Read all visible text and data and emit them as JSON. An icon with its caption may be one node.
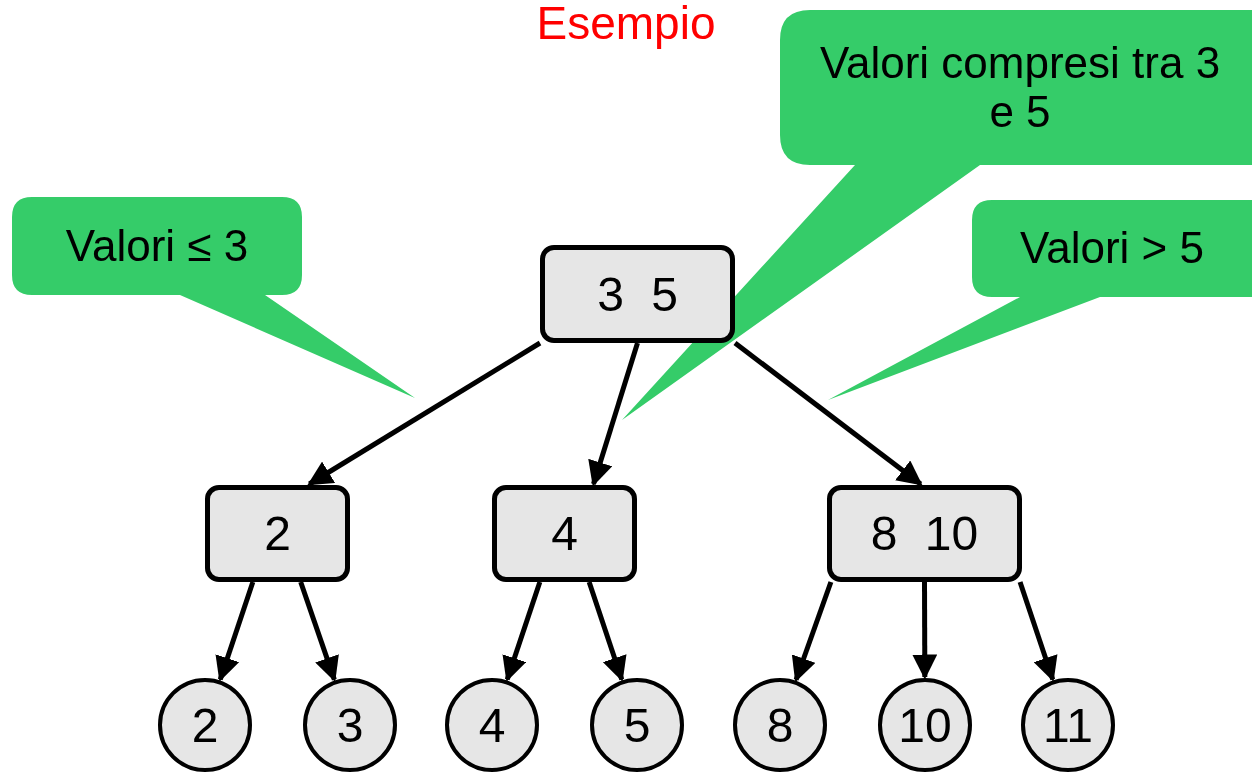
{
  "diagram": {
    "title": "Esempio",
    "nodes": [
      {
        "text": [
          "Valori ≤ 3"
        ]
      },
      {
        "text": [
          "Valori compresi tra 3 e 5"
        ]
      },
      {
        "text": [
          "Valori > 5"
        ]
      },
      {
        "text": [
          "3 5"
        ]
      },
      {
        "text": [
          "2"
        ]
      },
      {
        "text": [
          "4"
        ]
      },
      {
        "text": [
          "8 10"
        ]
      },
      {
        "text": [
          "2"
        ]
      },
      {
        "text": [
          "3"
        ]
      },
      {
        "text": [
          "4"
        ]
      },
      {
        "text": [
          "5"
        ]
      },
      {
        "text": [
          "8"
        ]
      },
      {
        "text": [
          "10"
        ]
      },
      {
        "text": [
          "11"
        ]
      }
    ],
    "edges": [
      {
        "from": 3,
        "to": 4,
        "arrow": "to"
      },
      {
        "from": 3,
        "to": 5,
        "arrow": "to"
      },
      {
        "from": 3,
        "to": 6,
        "arrow": "to"
      },
      {
        "from": 4,
        "to": 7,
        "arrow": "to"
      },
      {
        "from": 4,
        "to": 8,
        "arrow": "to"
      },
      {
        "from": 5,
        "to": 9,
        "arrow": "to"
      },
      {
        "from": 5,
        "to": 10,
        "arrow": "to"
      },
      {
        "from": 6,
        "to": 11,
        "arrow": "to"
      },
      {
        "from": 6,
        "to": 12,
        "arrow": "to"
      },
      {
        "from": 6,
        "to": 13,
        "arrow": "to"
      }
    ]
  }
}
